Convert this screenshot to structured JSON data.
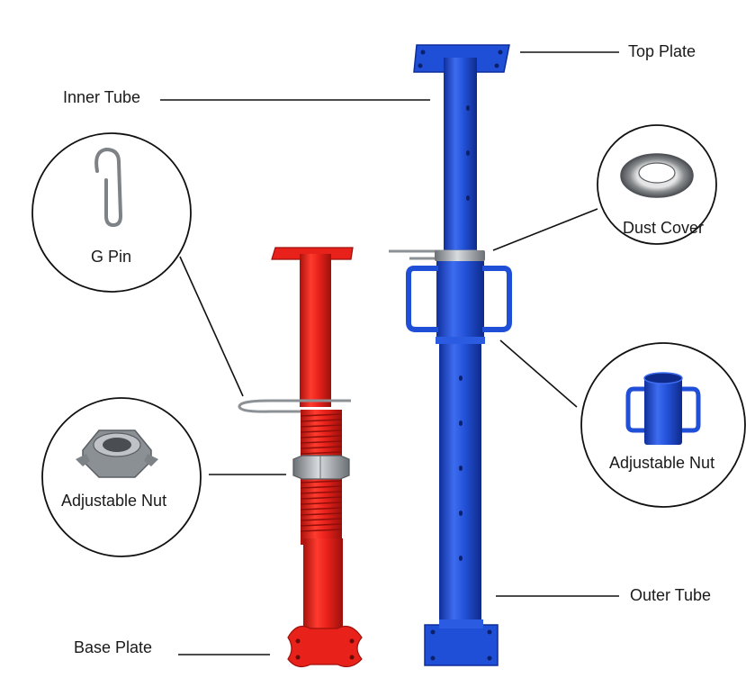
{
  "labels": {
    "top_plate": "Top Plate",
    "inner_tube": "Inner Tube",
    "dust_cover": "Dust Cover",
    "g_pin": "G Pin",
    "adjustable_nut_left": "Adjustable Nut",
    "adjustable_nut_right": "Adjustable Nut",
    "outer_tube": "Outer Tube",
    "base_plate": "Base Plate"
  },
  "colors": {
    "blue_prop": "#1f4fd6",
    "blue_prop_dark": "#1437a8",
    "red_prop": "#e8221b",
    "red_prop_dark": "#b3140f",
    "steel": "#9aa0a6",
    "leader_line": "#111111"
  },
  "icons": {
    "g_pin": "g-pin-icon",
    "left_nut": "hex-nut-icon",
    "dust_cover": "dust-cover-ring-icon",
    "right_nut": "cup-nut-with-handles-icon"
  }
}
